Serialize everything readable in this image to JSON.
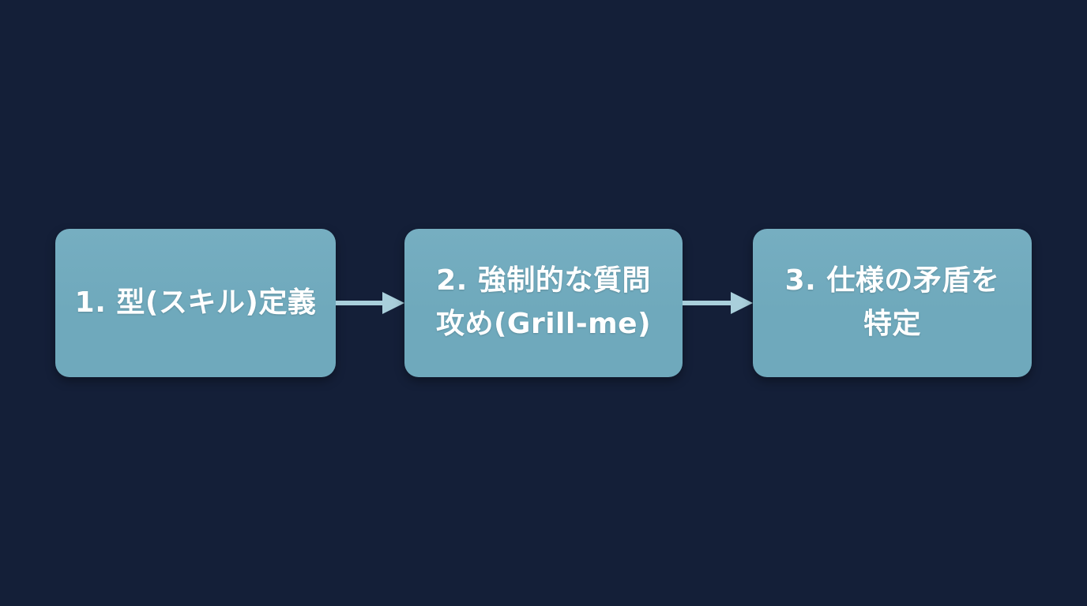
{
  "diagram": {
    "type": "flowchart",
    "direction": "left-to-right",
    "steps": [
      {
        "id": 1,
        "label": "1. 型(スキル)定義"
      },
      {
        "id": 2,
        "label": "2. 強制的な質問\n攻め(Grill-me)"
      },
      {
        "id": 3,
        "label": "3. 仕様の矛盾を\n特定"
      }
    ],
    "connectors": [
      {
        "from": 1,
        "to": 2,
        "style": "arrow-right"
      },
      {
        "from": 2,
        "to": 3,
        "style": "arrow-right"
      }
    ]
  },
  "theme": {
    "background": "#141f38",
    "box-fill": "#6fa9bc",
    "box-fill-top": "#76aec1",
    "box-text": "#ffffff",
    "arrow": "#a9cfdb"
  }
}
